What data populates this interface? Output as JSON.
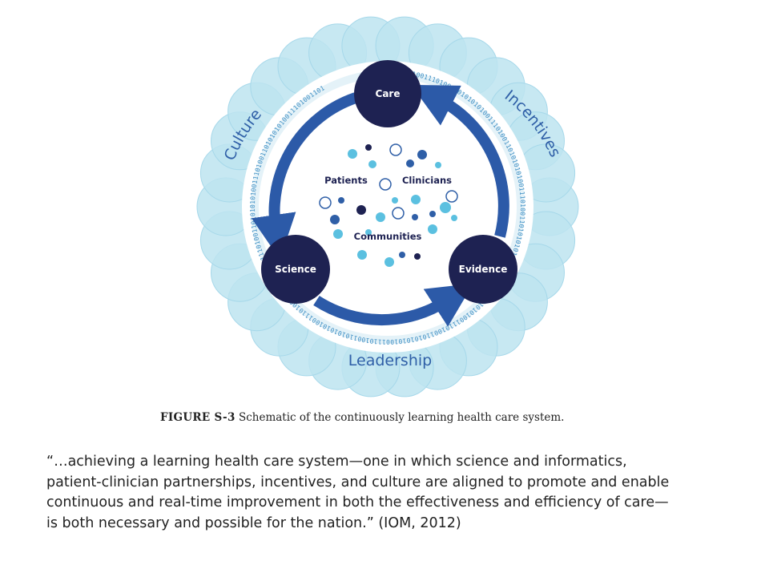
{
  "diagram": {
    "nodes": [
      {
        "id": "care",
        "label": "Care"
      },
      {
        "id": "science",
        "label": "Science"
      },
      {
        "id": "evidence",
        "label": "Evidence"
      }
    ],
    "center_groups": [
      "Patients",
      "Clinicians",
      "Communities"
    ],
    "ring_labels": {
      "culture": "Culture",
      "incentives": "Incentives",
      "leadership": "Leadership"
    },
    "binary_text": "10101010011101001101010101001110100110101010100111010011010101010011101001101010101001110100110101010100111010011010101010011101001101010101001110100110101010100111010011010101010011101001101",
    "colors": {
      "outer_bubble": "#bde4f0",
      "outer_bubble_edge": "#a6d8ea",
      "arrow": "#2c5aa8",
      "node": "#1e2252",
      "binary": "#3f8fc4",
      "dot_light": "#5bc0e0",
      "dot_mid": "#2f5fa7",
      "dot_dark": "#1e2252"
    }
  },
  "caption": {
    "number": "FIGURE S-3",
    "text": "Schematic of the continuously learning health care system."
  },
  "quote": {
    "lines": [
      "“…achieving a learning health care system—one in which science and informatics,",
      "patient-clinician partnerships, incentives, and culture are aligned to promote and enable",
      "continuous and real-time improvement in both the effectiveness and efficiency of care—",
      "is both necessary and possible for the nation.” (IOM, 2012)"
    ]
  }
}
